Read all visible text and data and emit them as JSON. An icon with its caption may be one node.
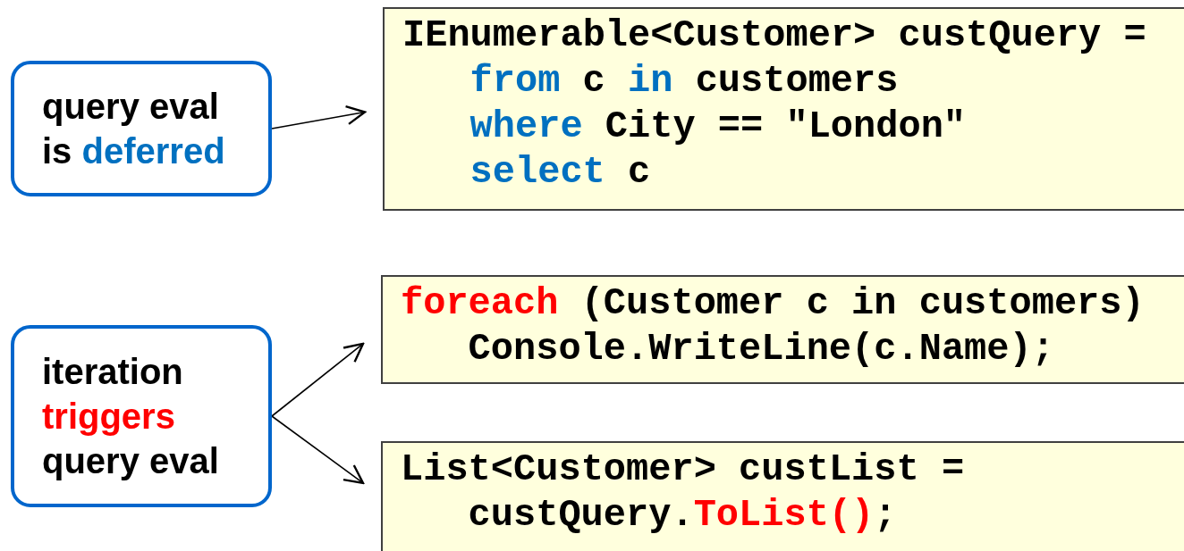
{
  "diagram": {
    "nodes": [
      {
        "text": [
          "query eval",
          "is",
          "deferred"
        ]
      },
      {
        "text": [
          "IEnumerable<Customer> custQuery =",
          "from",
          "c",
          "in",
          "customers",
          "where",
          "City == \"London\"",
          "select",
          "c"
        ]
      },
      {
        "text": [
          "iteration",
          "triggers",
          "query eval"
        ]
      },
      {
        "text": [
          "foreach",
          "(Customer c in customers)",
          "Console.WriteLine(c.Name);"
        ]
      },
      {
        "text": [
          "List<Customer> custList =",
          "custQuery.",
          "ToList()",
          ";"
        ]
      }
    ],
    "edges": [
      {
        "from": 0,
        "to": 1,
        "arrow": "to"
      },
      {
        "from": 2,
        "to": 3,
        "arrow": "to"
      },
      {
        "from": 2,
        "to": 4,
        "arrow": "to"
      }
    ]
  }
}
